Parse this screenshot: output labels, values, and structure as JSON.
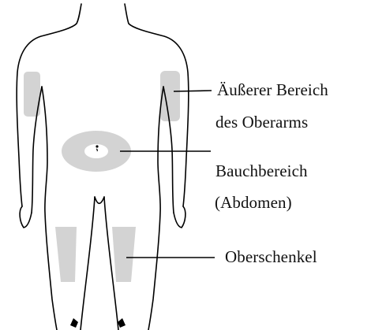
{
  "labels": {
    "upper_arm_line1": "Äußerer Bereich",
    "upper_arm_line2": "des Oberarms",
    "abdomen_line1": "Bauchbereich",
    "abdomen_line2": "(Abdomen)",
    "thigh": "Oberschenkel"
  },
  "colors": {
    "zone_fill": "#d3d3d3",
    "outline": "#000000",
    "text": "#111111",
    "background": "#ffffff"
  }
}
